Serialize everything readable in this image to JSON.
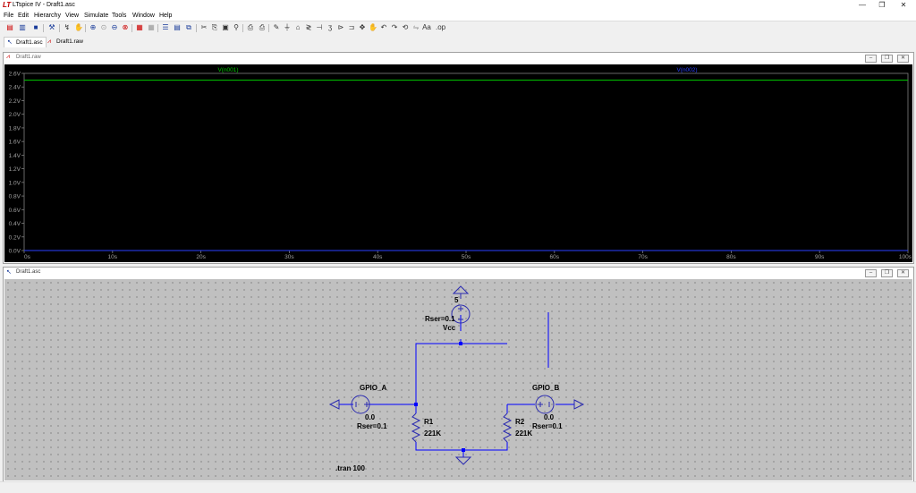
{
  "window": {
    "title": "LTspice IV - Draft1.asc"
  },
  "menu": [
    "File",
    "Edit",
    "Hierarchy",
    "View",
    "Simulate",
    "Tools",
    "Window",
    "Help"
  ],
  "tabs": [
    {
      "label": "Draft1.asc"
    },
    {
      "label": "Draft1.raw"
    }
  ],
  "waveform_window": {
    "title": "Draft1.raw"
  },
  "schematic_window": {
    "title": "Draft1.asc"
  },
  "chart_data": {
    "type": "line",
    "series": [
      {
        "name": "V(n001)",
        "color": "#00cc00",
        "x": [
          0,
          100
        ],
        "values": [
          2.5,
          2.5
        ]
      },
      {
        "name": "V(n002)",
        "color": "#2a40ff",
        "x": [
          0,
          100
        ],
        "values": [
          0.0,
          0.0
        ]
      }
    ],
    "xlim": [
      0,
      100
    ],
    "ylim": [
      0,
      2.6
    ],
    "x_ticks": [
      "0s",
      "10s",
      "20s",
      "30s",
      "40s",
      "50s",
      "60s",
      "70s",
      "80s",
      "90s",
      "100s"
    ],
    "y_ticks": [
      "0.0V",
      "0.2V",
      "0.4V",
      "0.6V",
      "0.8V",
      "1.0V",
      "1.2V",
      "1.4V",
      "1.6V",
      "1.8V",
      "2.0V",
      "2.2V",
      "2.4V",
      "2.6V"
    ]
  },
  "schematic": {
    "vcc": {
      "value": "5",
      "rser": "Rser=0.1",
      "name": "Vcc"
    },
    "gpio_a": {
      "name": "GPIO_A",
      "value": "0.0",
      "rser": "Rser=0.1"
    },
    "gpio_b": {
      "name": "GPIO_B",
      "value": "0.0",
      "rser": "Rser=0.1"
    },
    "r1": {
      "name": "R1",
      "value": "221K"
    },
    "r2": {
      "name": "R2",
      "value": "221K"
    },
    "directive": ".tran 100"
  },
  "colors": {
    "wire": "#0000ff",
    "component": "#2a2ab0",
    "text": "#000000",
    "grid_dot": "#5a5a5a"
  }
}
